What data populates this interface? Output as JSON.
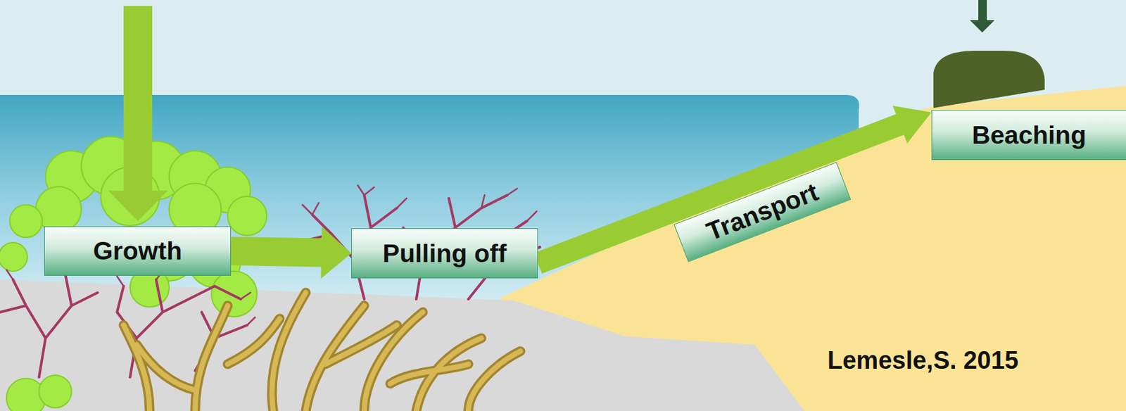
{
  "diagram": {
    "nodes": [
      {
        "text": [
          "Growth"
        ]
      },
      {
        "text": [
          "Pulling off"
        ]
      },
      {
        "text": [
          "Beaching"
        ]
      }
    ],
    "edges": [
      {
        "from": 0,
        "to": 1,
        "arrow": "to"
      },
      {
        "from": 1,
        "to": 2,
        "arrow": "to",
        "label": "Transport"
      }
    ],
    "labels": [
      "Lemesle,S. 2015"
    ]
  }
}
